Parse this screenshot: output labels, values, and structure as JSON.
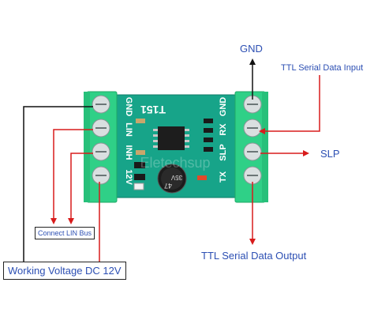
{
  "board": {
    "model": "T151",
    "left_pins": [
      "GND",
      "LIN",
      "INH",
      "12V"
    ],
    "right_pins": [
      "GND",
      "RX",
      "SLP",
      "TX"
    ],
    "capacitor_text": "47",
    "capacitor_sub": "35V",
    "watermark": "Eletechsup"
  },
  "labels": {
    "gnd": "GND",
    "ttl_input": "TTL Serial Data Input",
    "slp": "SLP",
    "ttl_output": "TTL Serial Data Output",
    "connect_lin": "Connect LIN Bus",
    "working_voltage": "Working Voltage DC 12V"
  },
  "colors": {
    "pcb": "#17a489",
    "terminal": "#2fd087",
    "arrow_red": "#d81b1b",
    "arrow_black": "#111111",
    "label_blue": "#2c4fb3"
  }
}
